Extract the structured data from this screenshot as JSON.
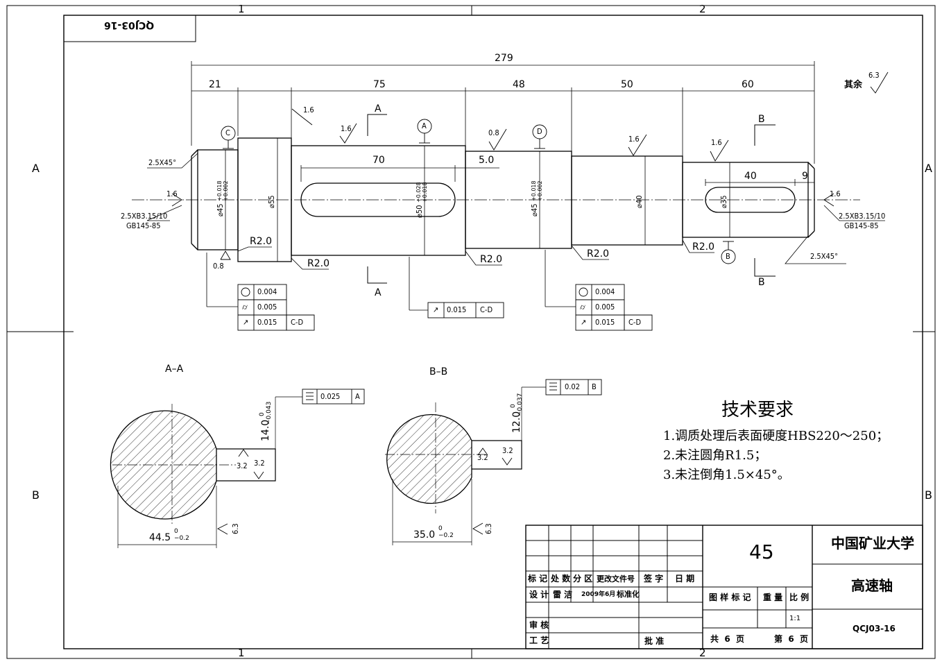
{
  "drawing_number": "QCJ03-16",
  "zones": {
    "col1": "1",
    "col2": "2",
    "rowA": "A",
    "rowB": "B"
  },
  "dimensions": {
    "overall": "279",
    "seg1": "21",
    "seg2": "75",
    "seg3": "48",
    "seg4": "50",
    "seg5": "60",
    "key_len_a": "70",
    "key_gap_a": "5.0",
    "key_len_b": "40",
    "key_gap_b": "9",
    "dia_45": "⌀45",
    "dia_55": "⌀55",
    "dia_50": "⌀50",
    "dia_40": "⌀40",
    "dia_35": "⌀35",
    "tol_45_up": "+0.018",
    "tol_45_lo": "+0.002",
    "tol_50_up": "+0.028",
    "tol_50_lo": "+0.018",
    "fillet": "R2.0",
    "chamfer": "2.5X45°",
    "center_hole": "2.5XB3.15/10",
    "center_std": "GB145-85"
  },
  "roughness": {
    "r16": "1.6",
    "r08": "0.8",
    "r32": "3.2",
    "r63": "6.3",
    "rest": "其余"
  },
  "datums": {
    "a": "A",
    "b": "B",
    "c": "C",
    "d": "D"
  },
  "gtol": {
    "round": "0.004",
    "cyl": "0.005",
    "runout": "0.015",
    "ref": "C-D",
    "sym1": "0.025",
    "sym2": "0.02"
  },
  "sections": {
    "aa_title": "A–A",
    "bb_title": "B–B",
    "aa_width": "44.5",
    "aa_depth": "14.0",
    "bb_width": "35.0",
    "bb_depth": "12.0",
    "zero": "0",
    "tol_02": "−0.2",
    "tol_043": "−0.043",
    "tol_037": "−0.037"
  },
  "requirements": {
    "title": "技术要求",
    "items": [
      "1.调质处理后表面硬度HBS220～250；",
      "2.未注圆角R1.5；",
      "3.未注倒角1.5×45°。"
    ]
  },
  "title_block": {
    "material": "45",
    "school": "中国矿业大学",
    "part_name": "高速轴",
    "drawing_no": "QCJ03-16",
    "h_mark": "标 记",
    "h_count": "处 数",
    "h_zone": "分 区",
    "h_doc": "更改文件号",
    "h_sign": "签 字",
    "h_date": "日 期",
    "design": "设 计",
    "designer": "雷 洁",
    "design_date": "2009年6月",
    "standard": "标准化",
    "check": "审 核",
    "process": "工 艺",
    "approve": "批 准",
    "stage": "图 样 标 记",
    "weight": "重 量",
    "scale": "比 例",
    "scale_val": "1:1",
    "total_sheets": "共  6  页",
    "sheet_no": "第  6  页"
  }
}
